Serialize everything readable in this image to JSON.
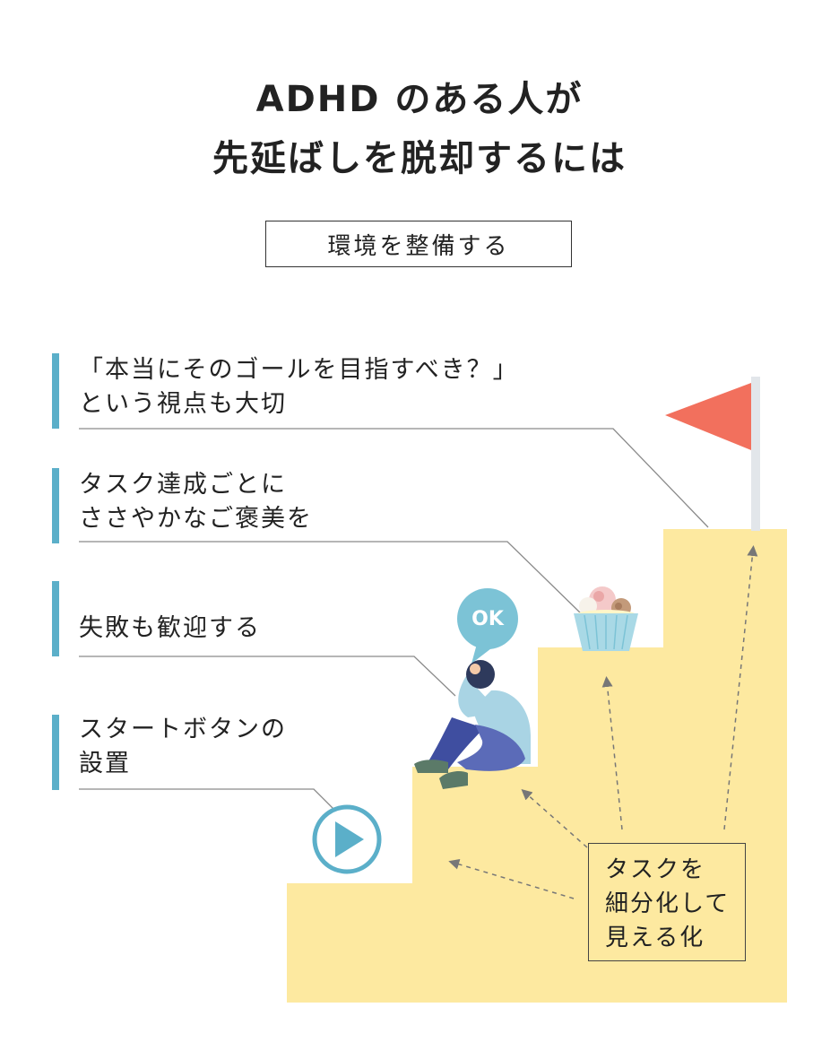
{
  "title": {
    "line1": "ADHD のある人が",
    "line2": "先延ばしを脱却するには"
  },
  "subtitle": "環境を整備する",
  "tips": [
    {
      "line1": "「本当にそのゴールを目指すべき？」",
      "line2": "という視点も大切"
    },
    {
      "line1": "タスク達成ごとに",
      "line2": "ささやかなご褒美を"
    },
    {
      "line1": "失敗も歓迎する",
      "line2": ""
    },
    {
      "line1": "スタートボタンの",
      "line2": "設置"
    }
  ],
  "task_box": {
    "line1": "タスクを",
    "line2": "細分化して",
    "line3": "見える化"
  },
  "speech_bubble": "OK",
  "icons": [
    "flag-icon",
    "cupcake-icon",
    "play-button-icon",
    "sitting-person-icon",
    "speech-bubble-icon"
  ],
  "colors": {
    "accent_bar": "#5bafc9",
    "stairs": "#fde9a0",
    "flag": "#f2705d",
    "flag_pole": "#e2e6ea",
    "bubble": "#7cc3d6",
    "play_ring": "#5bafc9"
  }
}
